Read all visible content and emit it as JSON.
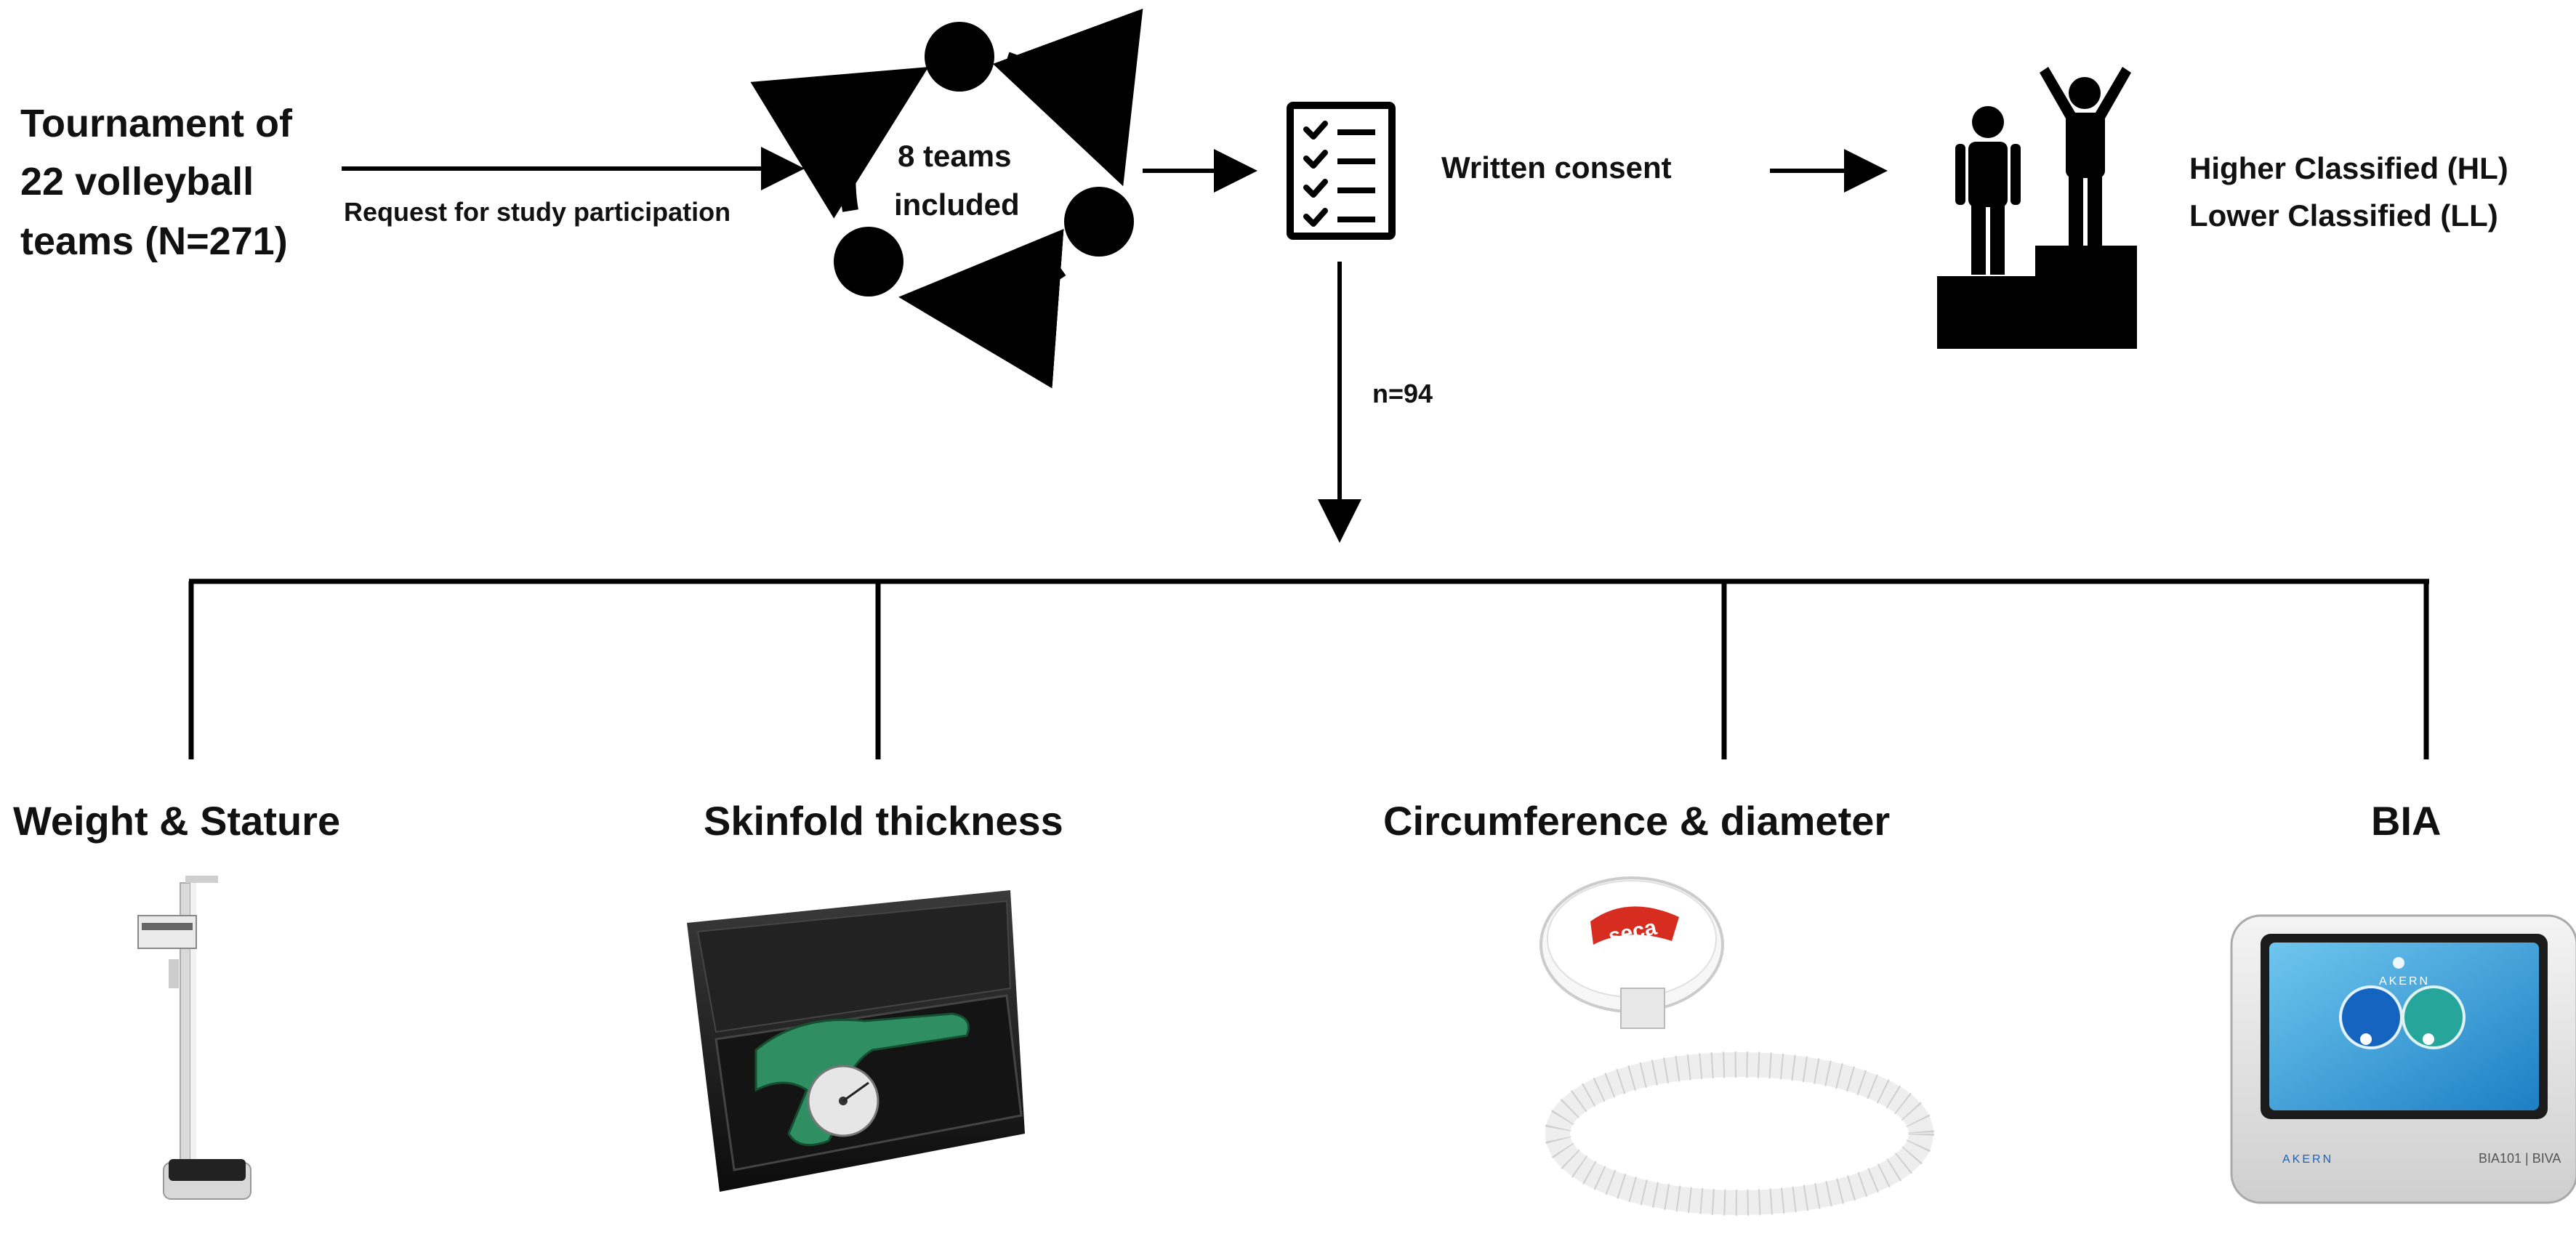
{
  "start": {
    "lines": [
      "Tournament of",
      "22 volleyball",
      "teams (N=271)"
    ]
  },
  "request_label": "Request for study participation",
  "cycle": {
    "lines": [
      "8 teams",
      "included"
    ]
  },
  "consent_label": "Written consent",
  "classification": {
    "lines": [
      "Higher Classified (HL)",
      "Lower Classified (LL)"
    ]
  },
  "sample_label": "n=94",
  "methods": [
    {
      "label": "Weight & Stature",
      "icon": "stadiometer-scale-image"
    },
    {
      "label": "Skinfold thickness",
      "icon": "skinfold-caliper-image"
    },
    {
      "label": "Circumference & diameter",
      "icon": "measuring-tape-image"
    },
    {
      "label": "BIA",
      "icon": "bia-device-image"
    }
  ],
  "logos": {
    "seca": "seca",
    "akern": "AKERN",
    "bia_model": "BIA101 | BIVA"
  }
}
